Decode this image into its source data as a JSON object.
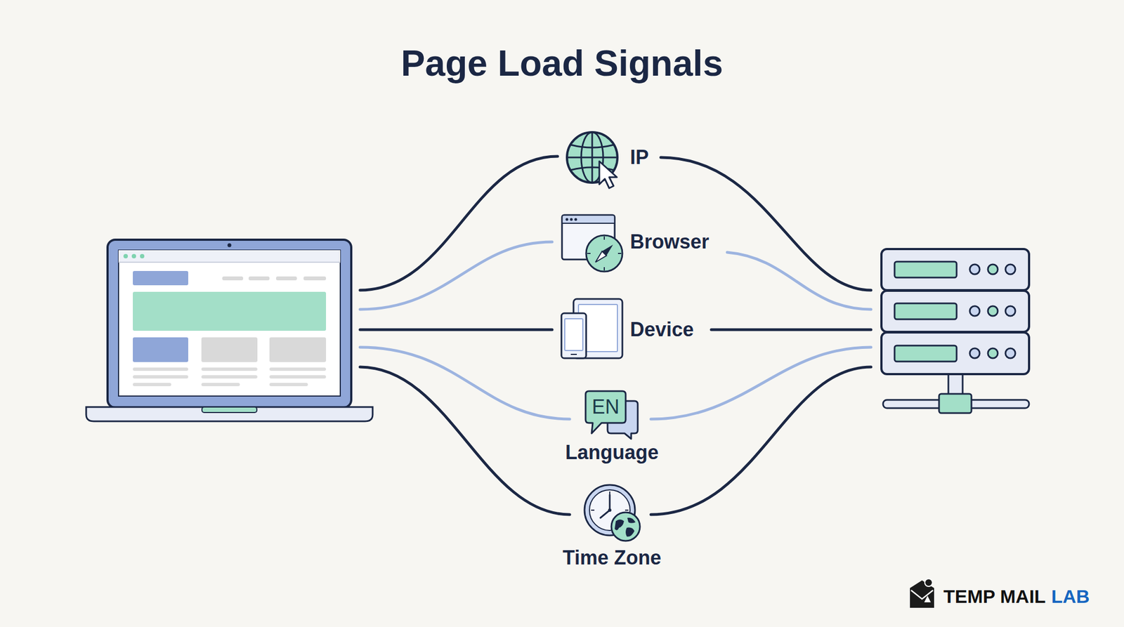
{
  "diagram": {
    "title": "Page Load Signals",
    "nodes": [
      {
        "text": [
          "IP"
        ]
      },
      {
        "text": [
          "Browser"
        ]
      },
      {
        "text": [
          "Device"
        ]
      },
      {
        "text": [
          "EN",
          "Language"
        ]
      },
      {
        "text": [
          "Time Zone"
        ]
      }
    ],
    "labels": [
      "TEMP MAIL",
      "LAB"
    ]
  }
}
